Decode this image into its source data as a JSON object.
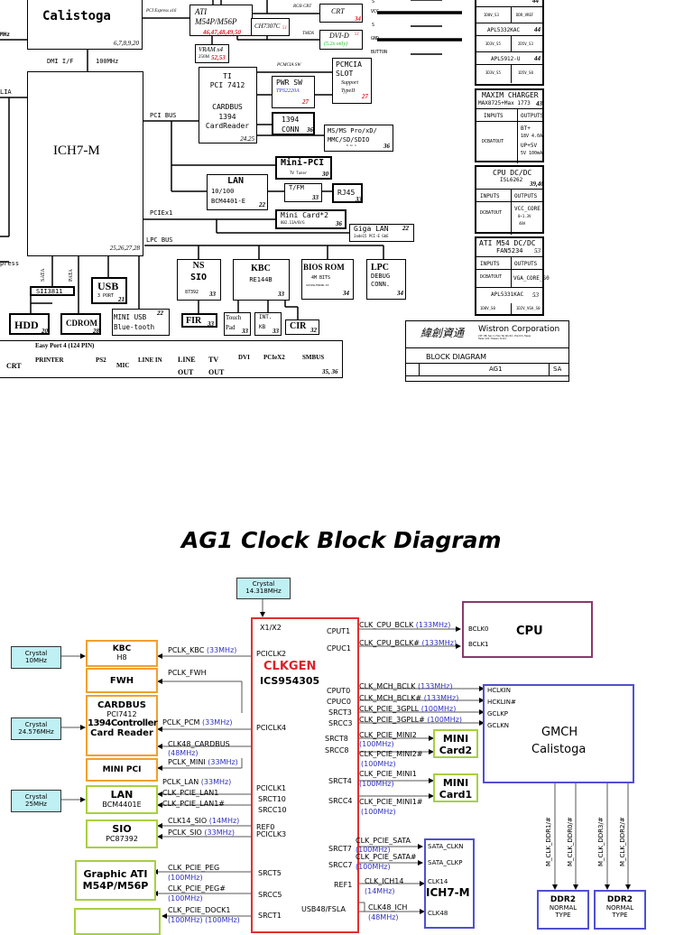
{
  "block_diagram": {
    "calistoga": {
      "label": "Calistoga",
      "pages": "6,7,8,9,20"
    },
    "pci_express_link": "PCI Express x16",
    "ati": {
      "line1": "ATI",
      "line2": "M54P/M56P",
      "pages": "46,47,48,49,50"
    },
    "vram": {
      "label": "VRAM x4",
      "size": "256M",
      "pages": "52,53"
    },
    "ch7307c": {
      "label": "CH7307C",
      "page": "51"
    },
    "rgb_crt_link": "RGB CRT",
    "tmds_link": "TMDS",
    "crt": {
      "label": "CRT",
      "page": "34"
    },
    "dvi_d": {
      "label": "DVI-D",
      "page": "51",
      "note": "(5.2x only)"
    },
    "pin_labels": [
      "S",
      "VCC",
      "S",
      "GND",
      "BUTTON"
    ],
    "dmi": {
      "label": "DMI I/F",
      "freq": "100MHz"
    },
    "left_freq_label": "MHz",
    "azalia_label": "LIA",
    "express_label": "press",
    "ich7m": {
      "label": "ICH7-M",
      "pages": "25,26,27,28"
    },
    "pci_bus_label": "PCI BUS",
    "pciex1_label": "PCIEx1",
    "lpc_bus_label": "LPC BUS",
    "pcmcia_sw_link": "PCMCIA SW",
    "ti_pci": {
      "line1": "TI",
      "line2": "PCI 7412",
      "line3": "CARDBUS",
      "line4": "1394",
      "line5": "CardReader",
      "pages": "24,25"
    },
    "pwr_sw": {
      "label": "PWR SW",
      "part": "TPS2220A",
      "page": "27"
    },
    "pcmcia_slot": {
      "line1": "PCMCIA",
      "line2": "SLOT",
      "line3": "Support",
      "line4": "TypeII",
      "page": "27"
    },
    "conn1394": {
      "line1": "1394",
      "line2": "CONN",
      "page": "36"
    },
    "card_reader": {
      "line1": "MS/MS Pro/xD/",
      "line2": "MMC/SD/SDIO",
      "line3": "6 in 1",
      "page": "36"
    },
    "mini_pci": {
      "label": "Mini-PCI",
      "sub": "TV Tuner",
      "page": "30"
    },
    "lan": {
      "line1": "LAN",
      "line2": "10/100",
      "line3": "BCM4401-E",
      "page": "22"
    },
    "tfm": {
      "label": "T/FM",
      "page": "33"
    },
    "rj45": {
      "label": "RJ45",
      "page": "33"
    },
    "mini_card": {
      "label": "Mini Card*2",
      "sub": "802.11A/B/G",
      "page": "36"
    },
    "giga_lan": {
      "label": "Giga LAN",
      "sub": "Jade15 PCI-E GbE",
      "page": "22"
    },
    "sata_label": "SATA",
    "pata_label": "PATA",
    "sii3811": "SII3811",
    "hdd": {
      "label": "HDD",
      "page": "20"
    },
    "cdrom": {
      "label": "CDROM",
      "page": "28"
    },
    "usb": {
      "label": "USB",
      "sub": "3 PORT",
      "page": "21"
    },
    "mini_usb": {
      "line1": "MINI USB",
      "line2": "Blue-tooth",
      "page": "22"
    },
    "ns_sio": {
      "line1": "NS",
      "line2": "SIO",
      "sub": "87392",
      "page": "33"
    },
    "fir": {
      "label": "FIR",
      "page": "33"
    },
    "kbc": {
      "label": "KBC",
      "sub": "RE144B",
      "page": "33"
    },
    "touchpad": {
      "line1": "Touch",
      "line2": "Pad",
      "page": "33"
    },
    "int_kb": {
      "line1": "INT.",
      "line2": "KB",
      "page": "33"
    },
    "cir": {
      "label": "CIR",
      "page": "32"
    },
    "bios_rom": {
      "label": "BIOS ROM",
      "sub": "4M BITS",
      "part": "SST49LF004B-33",
      "page": "34"
    },
    "lpc_debug": {
      "line1": "LPC",
      "line2": "DEBUG",
      "line3": "CONN.",
      "page": "34"
    },
    "easy_port": {
      "title": "Easy Port 4 (124 PIN)",
      "items": [
        "CRT",
        "PRINTER",
        "PS2",
        "MIC",
        "LINE IN",
        "LINE OUT",
        "TV OUT",
        "DVI",
        "PCIeX2",
        "SMBUS"
      ],
      "pages": "35, 36"
    },
    "power": {
      "top_page": "44",
      "top_row": [
        "1D8V_S3",
        "DDR_VREF"
      ],
      "apl5332": {
        "label": "APL5332KAC",
        "page": "44",
        "row": [
          "3D3V_S5",
          "2D5V_S3"
        ]
      },
      "apl5912": {
        "label": "APL5912-U",
        "page": "44",
        "row": [
          "3D3V_S5",
          "1D5V_S0"
        ]
      },
      "charger": {
        "title": "MAXIM CHARGER",
        "part": "MAX8725+Max 1773",
        "page": "43",
        "inputs": "INPUTS",
        "outputs": "OUTPUTS",
        "in": "DCBATOUT",
        "out": [
          "BT+",
          "18V  4.0A",
          "UP+5V",
          "5V   100mA"
        ]
      },
      "cpu_dcdc": {
        "title": "CPU DC/DC",
        "part": "ISL6262",
        "page": "39,40",
        "inputs": "INPUTS",
        "outputs": "OUTPUTS",
        "in": "DCBATOUT",
        "out": [
          "VCC_CORE",
          "0~1.3V",
          "48A"
        ]
      },
      "ati_dcdc": {
        "title": "ATI M54 DC/DC",
        "part": "FAN5234",
        "page": "53",
        "inputs": "INPUTS",
        "outputs": "OUTPUTS",
        "in": "DCBATOUT",
        "out": "VGA_CORE_S0",
        "apl5331": "APL5331KAC",
        "apl_page": "53",
        "row": [
          "1D8V_S0",
          "1D2V_VGA_S0"
        ]
      }
    },
    "title_block": {
      "company_cn": "緯創資通",
      "company": "Wistron Corporation",
      "address": "21F, 88, Sec.1, Hsin Tai Wu Rd., Hsichih, Taipei Hsien 221, Taiwan, R.O.C.",
      "title": "BLOCK DIAGRAM",
      "doc": "AG1",
      "rev": "SA"
    }
  },
  "clock_diagram": {
    "title": "AG1 Clock Block Diagram",
    "crystal_main": {
      "label": "Crystal",
      "freq": "14.318MHz"
    },
    "crystal_kbc": {
      "label": "Crystal",
      "freq": "10MHz"
    },
    "crystal_cardbus": {
      "label": "Crystal",
      "freq": "24.576MHz"
    },
    "crystal_lan": {
      "label": "Crystal",
      "freq": "25MHz"
    },
    "clkgen": {
      "label": "CLKGEN",
      "part": "ICS954305"
    },
    "clkgen_pins_left": [
      "X1/X2",
      "PCICLK2",
      "PCICLK4",
      "PCICLK1",
      "SRCT10",
      "SRCC10",
      "REF0",
      "PCICLK3",
      "SRCT5",
      "SRCC5",
      "SRCT1",
      "USB48/FSLA"
    ],
    "clkgen_pins_right": [
      "CPUT1",
      "CPUC1",
      "CPUT0",
      "CPUC0",
      "SRCT3",
      "SRCC3",
      "SRCT8",
      "SRCC8",
      "SRCT4",
      "SRCC4",
      "SRCT7",
      "SRCC7",
      "REF1"
    ],
    "kbc": {
      "label": "KBC",
      "sub": "H8"
    },
    "fwh": {
      "label": "FWH"
    },
    "cardbus": {
      "line1": "CARDBUS",
      "line2": "PCI7412",
      "line3": "1394Controller",
      "line4": "Card Reader"
    },
    "mini_pci": {
      "label": "MINI PCI"
    },
    "lan": {
      "label": "LAN",
      "sub": "BCM4401E"
    },
    "sio": {
      "label": "SIO",
      "sub": "PC87392"
    },
    "graphic": {
      "line1": "Graphic ATI",
      "line2": "M54P/M56P"
    },
    "cpu": {
      "label": "CPU",
      "pins": [
        "BCLK0",
        "BCLK1"
      ]
    },
    "gmch": {
      "line1": "GMCH",
      "line2": "Calistoga",
      "pins": [
        "HCLKIN",
        "HCKLIN#",
        "GCLKP",
        "GCLKN"
      ]
    },
    "mini_card2": {
      "line1": "MINI",
      "line2": "Card2"
    },
    "mini_card1": {
      "line1": "MINI",
      "line2": "Card1"
    },
    "ich7m": {
      "label": "ICH7-M",
      "pins": [
        "SATA_CLKN",
        "SATA_CLKP",
        "CLK14",
        "CLK48"
      ]
    },
    "ddr_a": {
      "line1": "DDR2",
      "line2": "NORMAL",
      "line3": "TYPE"
    },
    "ddr_b": {
      "line1": "DDR2",
      "line2": "NORMAL",
      "line3": "TYPE"
    },
    "ddr_signals": [
      "M_CLK_DDR1/#",
      "M_CLK_DDR0/#",
      "M_CLK_DDR3/#",
      "M_CLK_DDR2/#"
    ],
    "signals": {
      "pclk_kbc": "PCLK_KBC",
      "pclk_kbc_f": "(33MHz)",
      "pclk_fwh": "PCLK_FWH",
      "pclk_pcm": "PCLK_PCM",
      "pclk_pcm_f": "(33MHz)",
      "clk48_cardbus": "CLK48_CARDBUS",
      "clk48_cardbus_f": "(48MHz)",
      "pclk_mini": "PCLK_MINI",
      "pclk_mini_f": "(33MHz)",
      "pclk_lan": "PCLK_LAN",
      "pclk_lan_f": "(33MHz)",
      "clk_pcie_lan1": "CLK_PCIE_LAN1",
      "clk_pcie_lan1n": "CLK_PCIE_LAN1#",
      "clk14_sio": "CLK14_SIO",
      "clk14_sio_f": "(14MHz)",
      "pclk_sio": "PCLK_SIO",
      "pclk_sio_f": "(33MHz)",
      "clk_pcie_peg": "CLK_PCIE_PEG",
      "clk_pcie_peg_f": "(100MHz)",
      "clk_pcie_pegn": "CLK_PCIE_PEG#",
      "clk_pcie_pegn_f": "(100MHz)",
      "clk_pcie_dock1": "CLK_PCIE_DOCK1",
      "clk_pcie_dock1_f": "(100MHz)   (100MHz)",
      "cpu_bclk": "CLK_CPU_BCLK",
      "cpu_bclk_f": "(133MHz)",
      "cpu_bclkn": "CLK_CPU_BCLK#",
      "cpu_bclkn_f": "(133MHz)",
      "mch_bclk": "CLK_MCH_BCLK",
      "mch_bclk_f": "(133MHz)",
      "mch_bclkn": "CLK_MCH_BCLK#",
      "mch_bclkn_f": "(133MHz)",
      "pcie_3gpll": "CLK_PCIE_3GPLL",
      "pcie_3gpll_f": "(100MHz)",
      "pcie_3gplln": "CLK_PCIE_3GPLL#",
      "pcie_3gplln_f": "(100MHz)",
      "pcie_mini2": "CLK_PCIE_MINI2",
      "pcie_mini2_f": "(100MHz)",
      "pcie_mini2n": "CLK_PCIE_MINI2#",
      "pcie_mini2n_f": "(100MHz)",
      "pcie_mini1": "CLK_PCIE_MINI1",
      "pcie_mini1_f": "(100MHz)",
      "pcie_mini1n": "CLK_PCIE_MINI1#",
      "pcie_mini1n_f": "(100MHz)",
      "pcie_sata": "CLK_PCIE_SATA",
      "pcie_sata_f": "(100MHz)",
      "pcie_satan": "CLK_PCIE_SATA#",
      "pcie_satan_f": "(100MHz)",
      "ich14": "CLK_ICH14",
      "ich14_f": "(14MHz)",
      "clk48_ich": "CLK48_ICH",
      "clk48_ich_f": "(48MHz)"
    }
  }
}
